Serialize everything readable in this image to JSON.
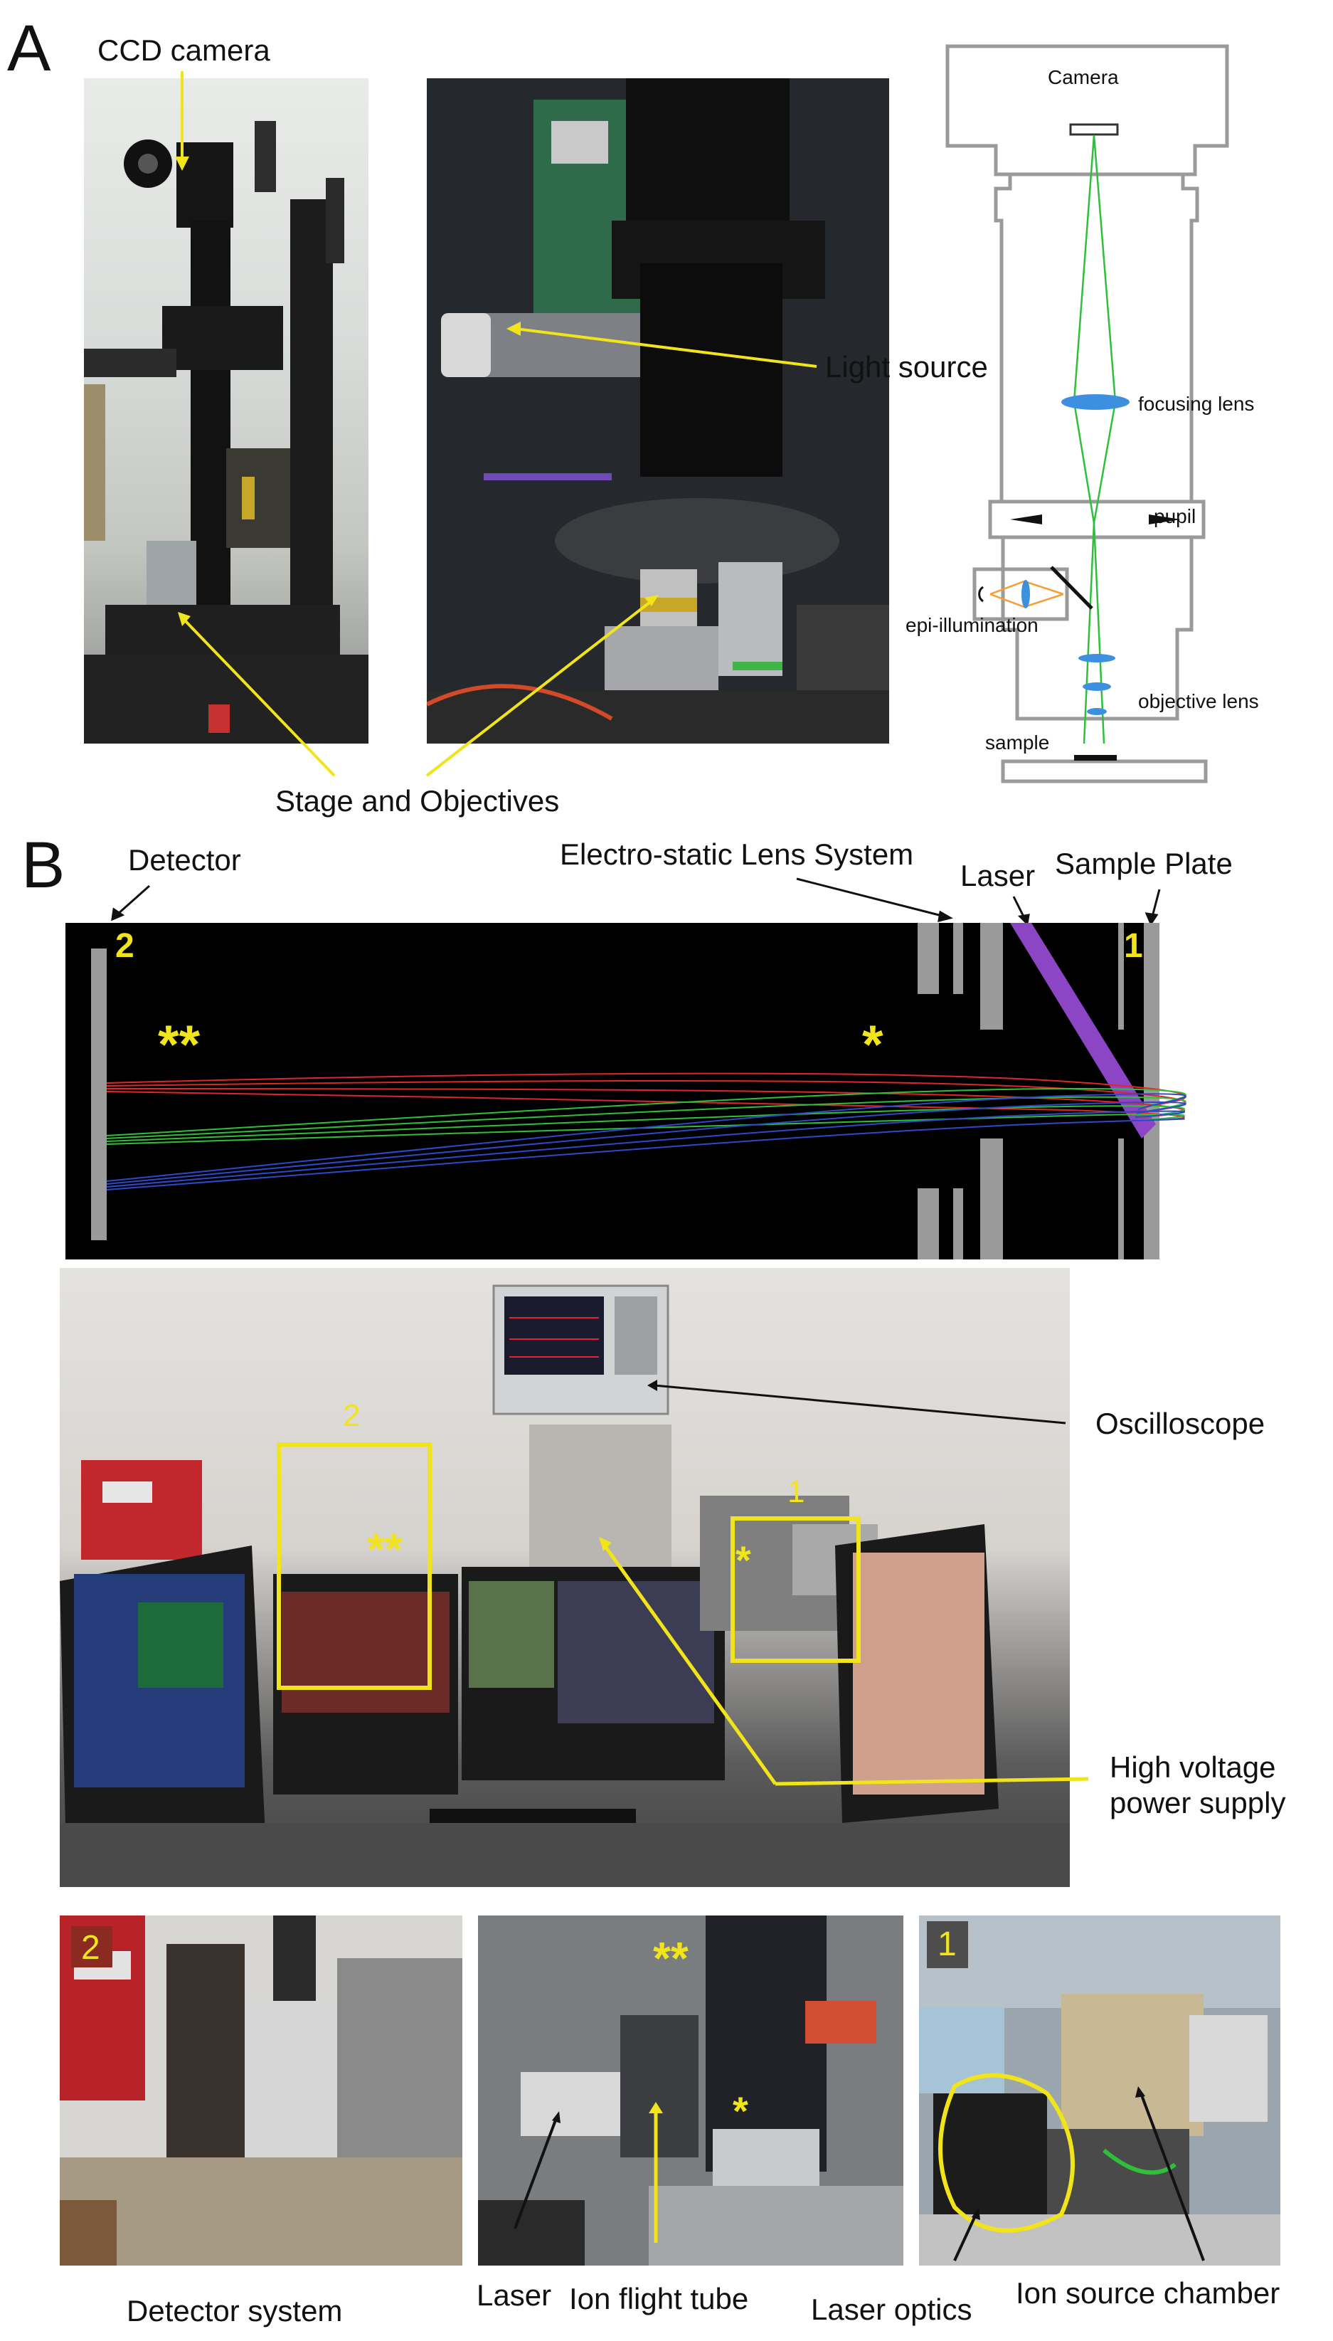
{
  "panels": {
    "a_letter": "A",
    "b_letter": "B"
  },
  "panel_a": {
    "photo1_labels": {
      "ccd_camera": "CCD camera"
    },
    "photo2_labels": {
      "light_source": "Light source"
    },
    "shared_label": "Stage and Objectives",
    "schematic": {
      "camera": "Camera",
      "focusing_lens": "focusing lens",
      "pupil": "pupil",
      "epi_illumination": "epi-illumination",
      "objective_lens": "objective lens",
      "sample": "sample"
    }
  },
  "panel_b": {
    "sim_labels": {
      "detector": "Detector",
      "lens_system": "Electro-static Lens System",
      "laser": "Laser",
      "sample_plate": "Sample Plate",
      "marker_2": "2",
      "marker_1": "1",
      "double_star": "**",
      "single_star": "*"
    },
    "setup_labels": {
      "oscilloscope": "Oscilloscope",
      "hv_supply_line1": "High voltage",
      "hv_supply_line2": "power supply",
      "box_2": "2",
      "box_1": "1",
      "double_star": "**",
      "single_star": "*"
    },
    "bottom_labels": {
      "detector_system": "Detector system",
      "laser": "Laser",
      "ion_flight_tube": "Ion flight tube",
      "laser_optics": "Laser optics",
      "ion_source_chamber": "Ion source chamber",
      "tag_2": "2",
      "tag_1": "1",
      "double_star": "**",
      "single_star": "*"
    }
  },
  "colors": {
    "annotation_yellow": "#f2e41a",
    "ray_red": "#e0262b",
    "ray_green": "#2fbf3b",
    "ray_blue": "#2f48c8",
    "laser_purple": "#8c45c4",
    "optics_green": "#2fbf3b",
    "optics_orange": "#f2a03a",
    "lens_blue": "#3d8fe0"
  }
}
